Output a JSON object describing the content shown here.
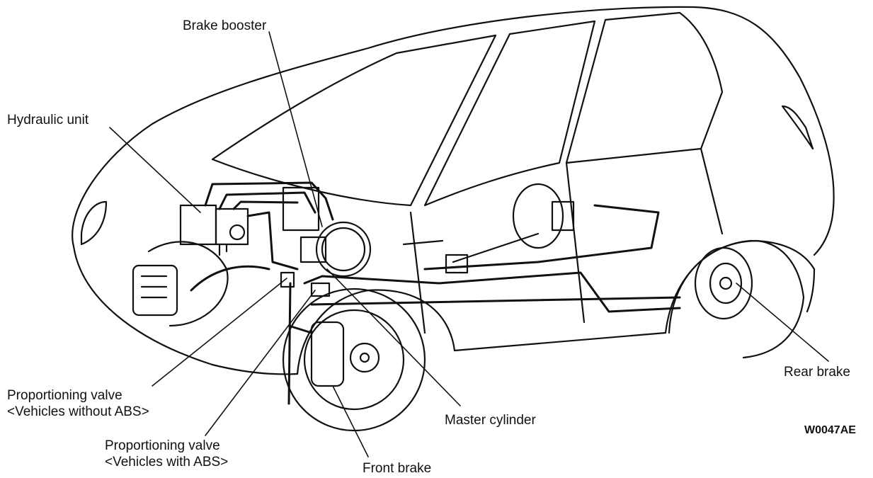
{
  "labels": {
    "brake_booster": "Brake booster",
    "hydraulic_unit": "Hydraulic unit",
    "prop_valve_no_abs_line1": "Proportioning valve",
    "prop_valve_no_abs_line2": "<Vehicles without ABS>",
    "prop_valve_abs_line1": "Proportioning valve",
    "prop_valve_abs_line2": "<Vehicles with ABS>",
    "master_cylinder": "Master cylinder",
    "front_brake": "Front brake",
    "rear_brake": "Rear brake"
  },
  "figure_code": "W0047AE"
}
